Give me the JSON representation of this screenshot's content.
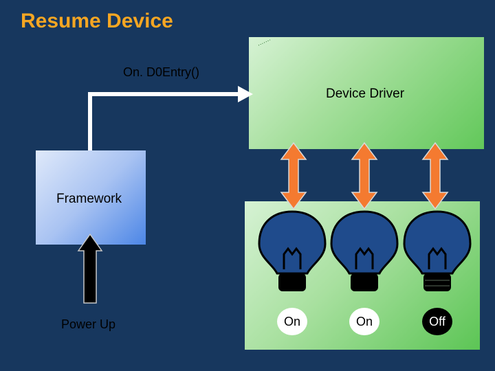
{
  "title": "Resume Device",
  "call_label": "On. D0Entry()",
  "driver": {
    "label": "Device Driver"
  },
  "framework": {
    "label": "Framework"
  },
  "power": {
    "label": "Power Up"
  },
  "devices": [
    {
      "state": "On"
    },
    {
      "state": "On"
    },
    {
      "state": "Off"
    }
  ],
  "colors": {
    "background": "#17375e",
    "title": "#f5a623",
    "arrow_bidirectional": "#f47a30",
    "bulb": "#1f4b8c",
    "green_box": "#a8e09f",
    "blue_box": "#a9c3f2"
  },
  "icons": [
    "light-bulb-icon",
    "double-arrow-icon",
    "up-arrow-icon",
    "connector-arrow"
  ]
}
